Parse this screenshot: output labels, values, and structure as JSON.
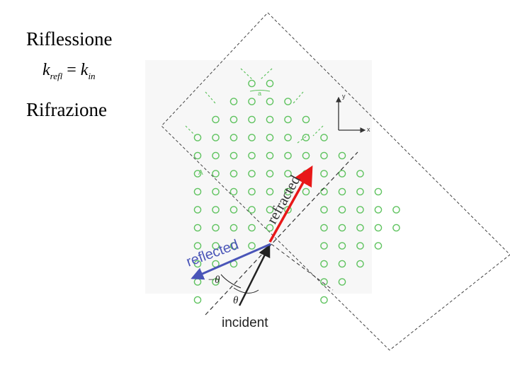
{
  "slide": {
    "title_reflection": "Riflessione",
    "title_refraction": "Rifrazione"
  },
  "formula": {
    "lhs_symbol": "k",
    "lhs_subscript": "refl",
    "operator": "=",
    "rhs_symbol": "k",
    "rhs_subscript": "in"
  },
  "diagram": {
    "label_refracted": "refracted",
    "label_reflected": "reflected",
    "label_incident": "incident",
    "label_theta": "θ",
    "label_minus_theta": "−θ",
    "axis_x": "x",
    "axis_y": "y",
    "lattice_label_a": "a",
    "lattice_label_lambda": "Λ",
    "colors": {
      "lattice": "#5fc35f",
      "refracted_arrow": "#e81818",
      "reflected_arrow": "#4a55b8",
      "incident_arrow": "#222222",
      "frame": "#444444"
    }
  }
}
